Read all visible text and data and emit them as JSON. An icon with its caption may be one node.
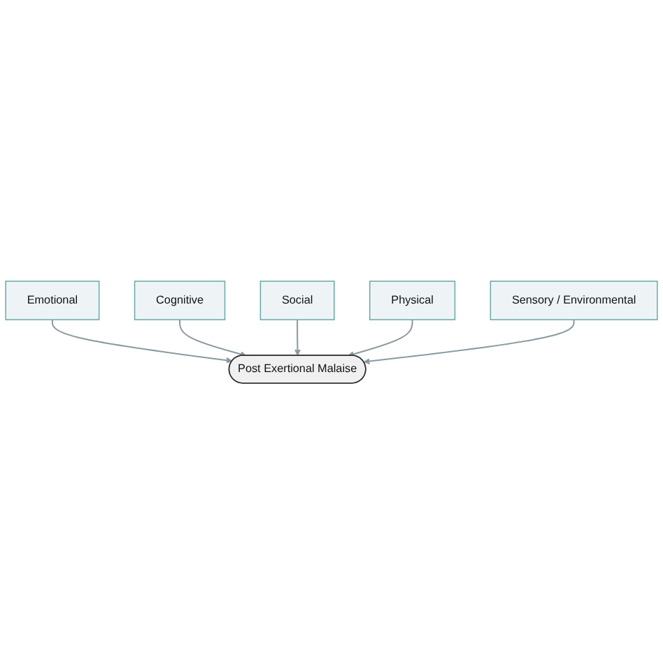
{
  "diagram": {
    "nodes": [
      {
        "text": [
          "Emotional"
        ]
      },
      {
        "text": [
          "Cognitive"
        ]
      },
      {
        "text": [
          "Social"
        ]
      },
      {
        "text": [
          "Physical"
        ]
      },
      {
        "text": [
          "Post Exertional Malaise"
        ]
      },
      {
        "text": [
          "Sensory / Environmental"
        ]
      }
    ],
    "edges": [
      {
        "from": 0,
        "to": 4,
        "arrow": "to"
      },
      {
        "from": 1,
        "to": 4,
        "arrow": "to"
      },
      {
        "from": 2,
        "to": 4,
        "arrow": "to"
      },
      {
        "from": 3,
        "to": 4,
        "arrow": "to"
      },
      {
        "from": 5,
        "to": 4,
        "arrow": "to"
      }
    ]
  }
}
